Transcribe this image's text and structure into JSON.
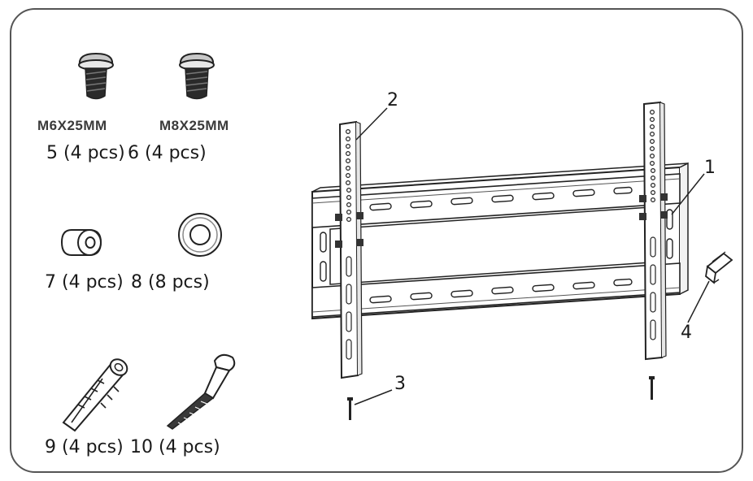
{
  "parts": {
    "p1": {
      "number": "1",
      "icon": "wall-plate-icon"
    },
    "p2": {
      "number": "2",
      "icon": "vertical-bracket-icon"
    },
    "p3": {
      "number": "3",
      "icon": "locking-bolt-icon"
    },
    "p4": {
      "number": "4",
      "icon": "hex-key-icon"
    },
    "p5": {
      "spec": "M6X25MM",
      "quantity": "5 (4 pcs)",
      "icon": "m6-screw-icon"
    },
    "p6": {
      "spec": "M8X25MM",
      "quantity": "6 (4 pcs)",
      "icon": "m8-screw-icon"
    },
    "p7": {
      "quantity": "7 (4 pcs)",
      "icon": "spacer-icon"
    },
    "p8": {
      "quantity": "8 (8 pcs)",
      "icon": "washer-icon"
    },
    "p9": {
      "quantity": "9 (4 pcs)",
      "icon": "wall-anchor-icon"
    },
    "p10": {
      "quantity": "10 (4 pcs)",
      "icon": "lag-bolt-icon"
    }
  },
  "colors": {
    "line": "#222222",
    "fill": "#ffffff",
    "shade": "#9a9a9a",
    "dark": "#2a2a2a"
  }
}
